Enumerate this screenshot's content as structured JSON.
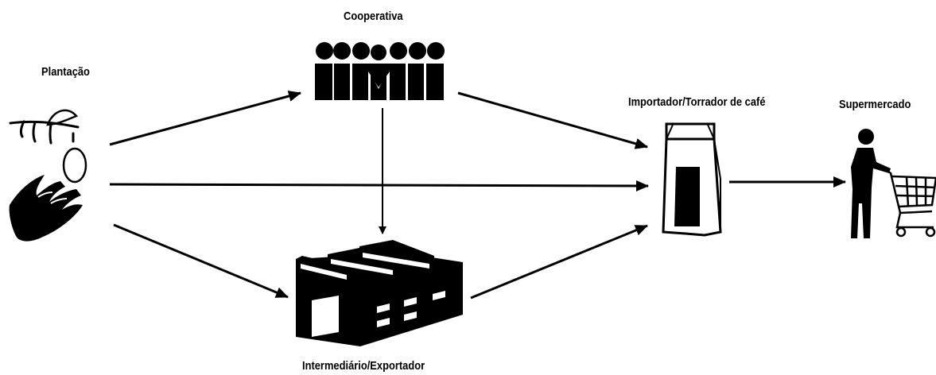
{
  "diagram": {
    "nodes": {
      "plantation": {
        "label": "Plantação",
        "icon": "plant-hand-icon"
      },
      "cooperative": {
        "label": "Cooperativa",
        "icon": "people-group-icon"
      },
      "intermediary": {
        "label": "Intermediário/Exportador",
        "icon": "factory-icon"
      },
      "importer": {
        "label": "Importador/Torrador de café",
        "icon": "coffee-bag-icon"
      },
      "supermarket": {
        "label": "Supermercado",
        "icon": "shopper-cart-icon"
      }
    },
    "edges": [
      {
        "from": "plantation",
        "to": "cooperative"
      },
      {
        "from": "plantation",
        "to": "importer"
      },
      {
        "from": "plantation",
        "to": "intermediary"
      },
      {
        "from": "cooperative",
        "to": "importer"
      },
      {
        "from": "cooperative",
        "to": "intermediary"
      },
      {
        "from": "intermediary",
        "to": "importer"
      },
      {
        "from": "importer",
        "to": "supermarket"
      }
    ],
    "colors": {
      "ink": "#000000",
      "background": "#ffffff"
    }
  }
}
